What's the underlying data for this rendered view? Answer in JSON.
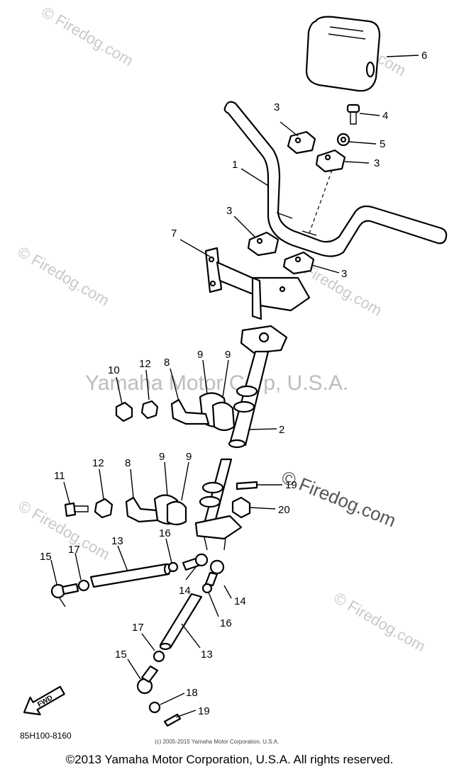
{
  "watermarks": {
    "firedog": "© Firedog.com",
    "center": "Yamaha Motor Corp, U.S.A."
  },
  "callouts": [
    "1",
    "2",
    "3",
    "4",
    "5",
    "6",
    "7",
    "8",
    "9",
    "10",
    "11",
    "12",
    "13",
    "14",
    "15",
    "16",
    "17",
    "18",
    "19",
    "20"
  ],
  "fwd_label": "FWD",
  "part_number": "85H100-8160",
  "small_copyright": "(c) 2005-2015 Yamaha Motor Corporation, U.S.A.",
  "footer": "©2013 Yamaha Motor Corporation, U.S.A. All rights reserved."
}
